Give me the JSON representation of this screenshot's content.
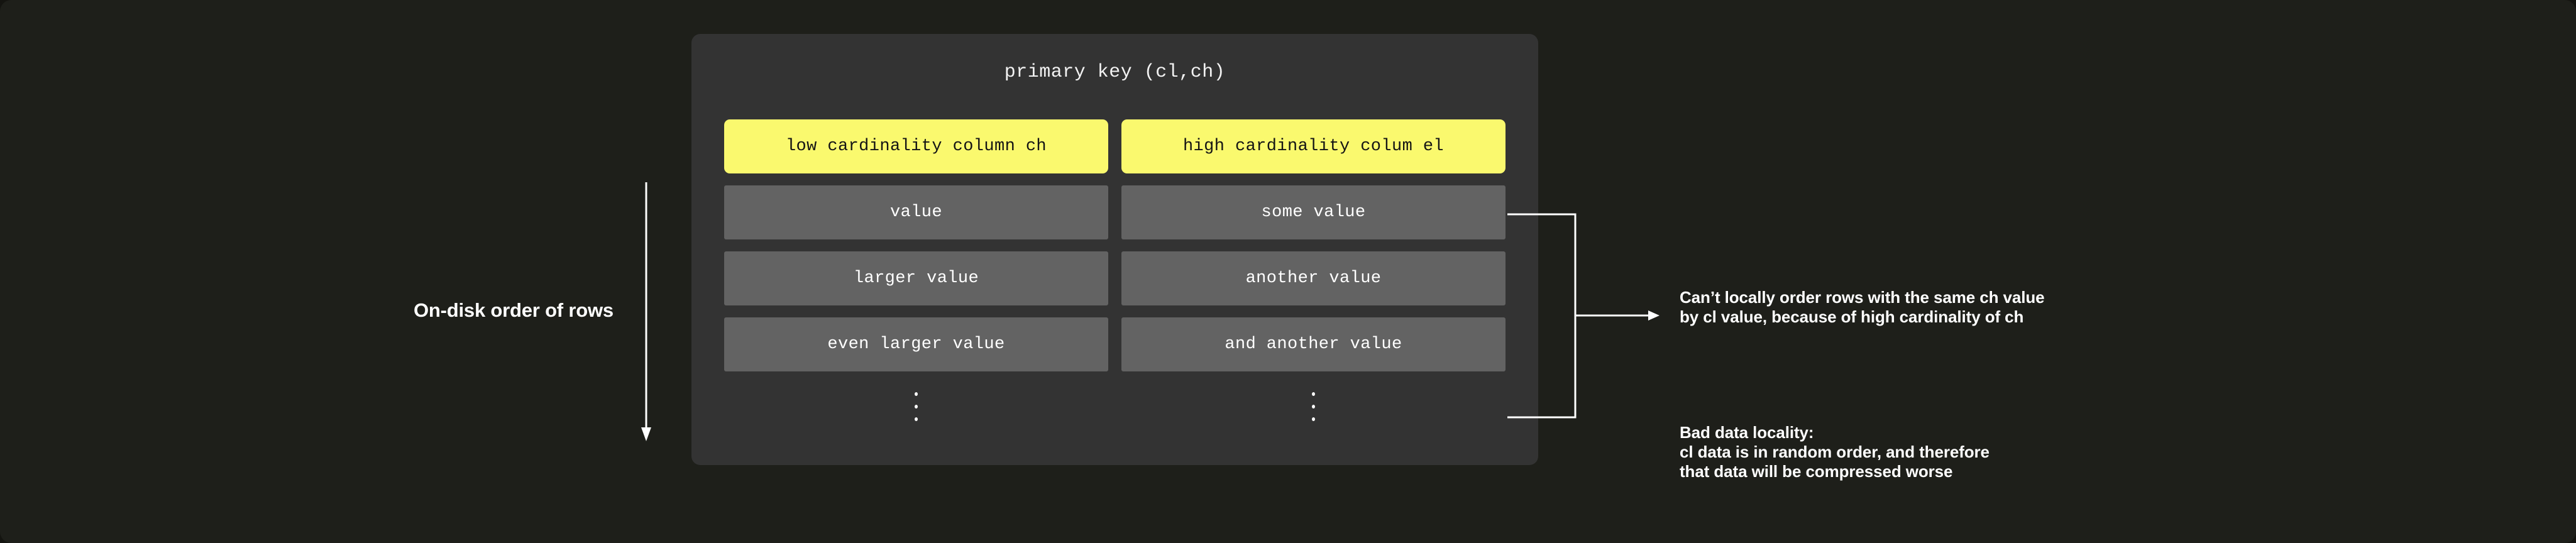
{
  "theme": {
    "page_background": "#1e1f1a",
    "card_background": "#333333",
    "highlight_yellow": "#faf96e",
    "row_gray": "#636363",
    "text_white": "#ffffff",
    "text_dark": "#141414"
  },
  "left_annotation": {
    "label": "On-disk order of rows",
    "arrow_icon": "arrow-down-icon",
    "direction": "down"
  },
  "card": {
    "title": "primary key (cl,ch)",
    "columns": [
      {
        "header": "low cardinality column ch"
      },
      {
        "header": "high cardinality colum el"
      }
    ],
    "rows": [
      [
        "value",
        "some value"
      ],
      [
        "larger value",
        "another value"
      ],
      [
        "even larger value",
        "and another value"
      ]
    ],
    "continuation_icon": "vertical-ellipsis-icon",
    "continuation_dots": 3
  },
  "connector": {
    "bracket_icon": "right-bracket-icon",
    "arrow_icon": "arrow-right-icon"
  },
  "notes": [
    {
      "id": "order",
      "text": "Can’t locally order rows with the same ch value\nby cl value, because of high cardinality of ch"
    },
    {
      "id": "locality",
      "text": "Bad data locality:\ncl data is in random order, and therefore\nthat data will be compressed worse"
    }
  ]
}
